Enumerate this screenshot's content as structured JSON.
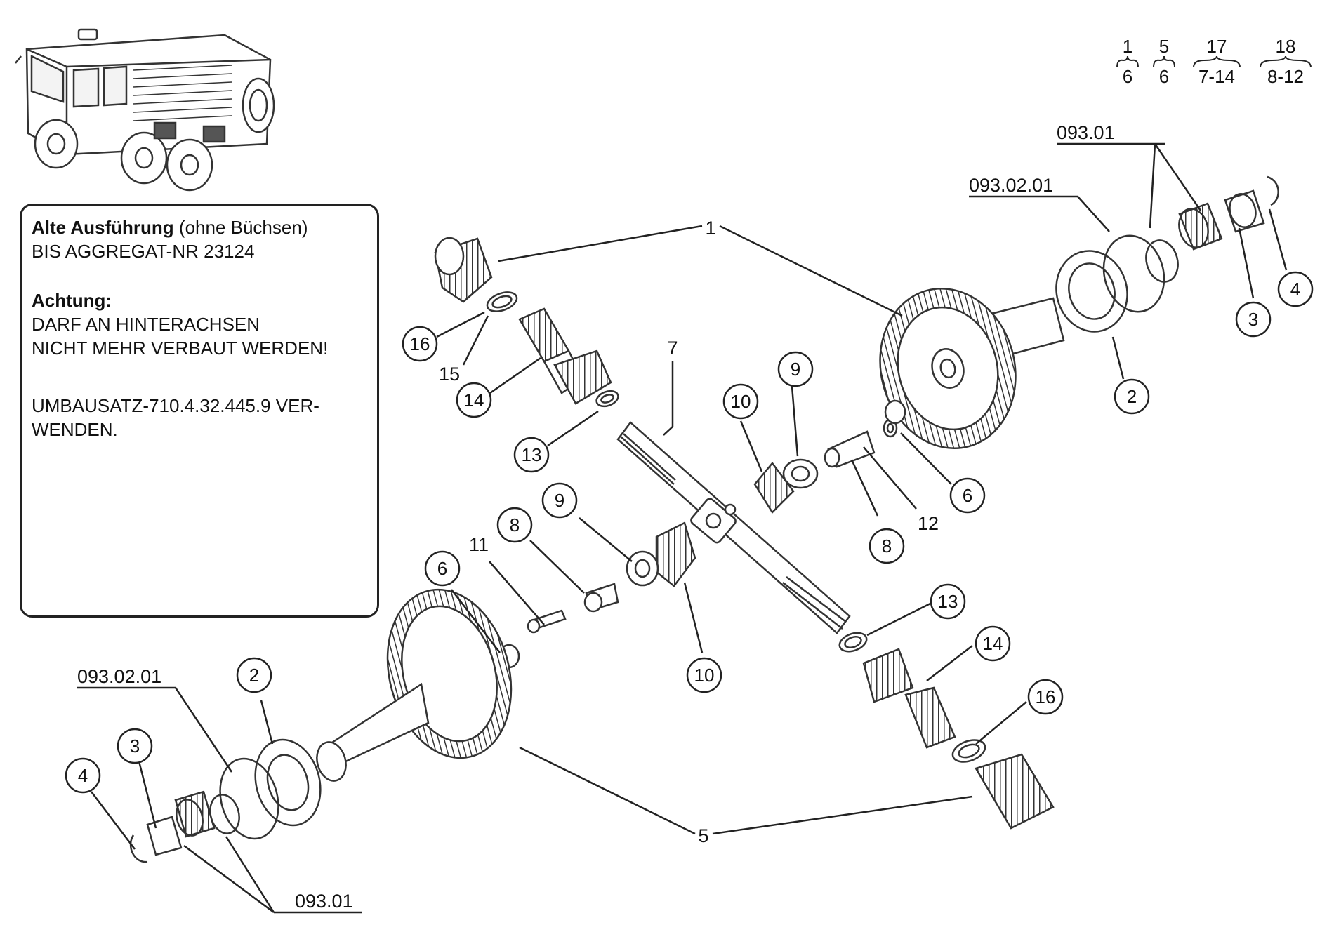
{
  "note": {
    "line1_bold": "Alte Ausführung",
    "line1_rest": " (ohne Büchsen)",
    "line2": "BIS AGGREGAT-NR 23124",
    "line3_bold": "Achtung:",
    "line4": "DARF AN HINTERACHSEN",
    "line5": "NICHT MEHR VERBAUT WERDEN!",
    "line6": "UMBAUSATZ-710.4.32.445.9 VER-",
    "line7": "WENDEN."
  },
  "groups": [
    {
      "top": "1",
      "bottom": "6"
    },
    {
      "top": "5",
      "bottom": "6"
    },
    {
      "top": "17",
      "bottom": "7-14"
    },
    {
      "top": "18",
      "bottom": "8-12"
    }
  ],
  "callouts": [
    {
      "id": "c16a",
      "label": "16"
    },
    {
      "id": "c14a",
      "label": "14"
    },
    {
      "id": "c13a",
      "label": "13"
    },
    {
      "id": "c10a",
      "label": "10"
    },
    {
      "id": "c9a",
      "label": "9"
    },
    {
      "id": "c6a",
      "label": "6"
    },
    {
      "id": "c8a",
      "label": "8"
    },
    {
      "id": "c2a",
      "label": "2"
    },
    {
      "id": "c3a",
      "label": "3"
    },
    {
      "id": "c4a",
      "label": "4"
    },
    {
      "id": "c9b",
      "label": "9"
    },
    {
      "id": "c8b",
      "label": "8"
    },
    {
      "id": "c6b",
      "label": "6"
    },
    {
      "id": "c10b",
      "label": "10"
    },
    {
      "id": "c13b",
      "label": "13"
    },
    {
      "id": "c14b",
      "label": "14"
    },
    {
      "id": "c16b",
      "label": "16"
    },
    {
      "id": "c2b",
      "label": "2"
    },
    {
      "id": "c3b",
      "label": "3"
    },
    {
      "id": "c4b",
      "label": "4"
    }
  ],
  "labels": {
    "l1": "1",
    "l15": "15",
    "l7": "7",
    "l12": "12",
    "l11": "11",
    "l5": "5",
    "p09301a": "093.01",
    "p0930201a": "093.02.01",
    "p0930201b": "093.02.01",
    "p09301b": "093.01"
  }
}
